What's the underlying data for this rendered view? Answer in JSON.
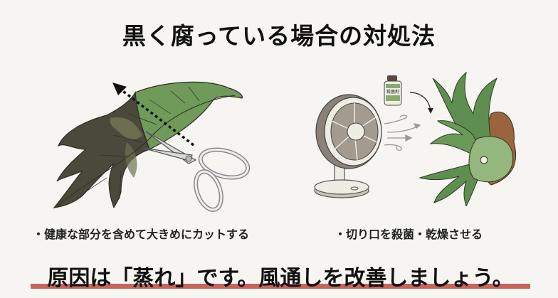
{
  "title": "黒く腐っている場合の対処法",
  "left_panel": {
    "illustration": "rotting-leaf-with-scissors-cut-line",
    "caption": "・健康な部分を含めて大きめにカットする"
  },
  "right_panel": {
    "illustration": "fan-blowing-on-staghorn-fern-with-fungicide",
    "bottle_label": "殺菌剤",
    "caption": "・切り口を殺菌・乾燥させる"
  },
  "footer": {
    "text": "原因は「蒸れ」です。風通しを改善しましょう。",
    "underline_color": "#c9645a"
  },
  "colors": {
    "background": "#f6f5f1",
    "leaf_green": "#6f9a5a",
    "leaf_rot": "#3f3d35",
    "fern_green": "#5f8f50",
    "fern_light": "#94b77e",
    "bark_brown": "#9a6440",
    "fan_gray": "#8a8178"
  }
}
